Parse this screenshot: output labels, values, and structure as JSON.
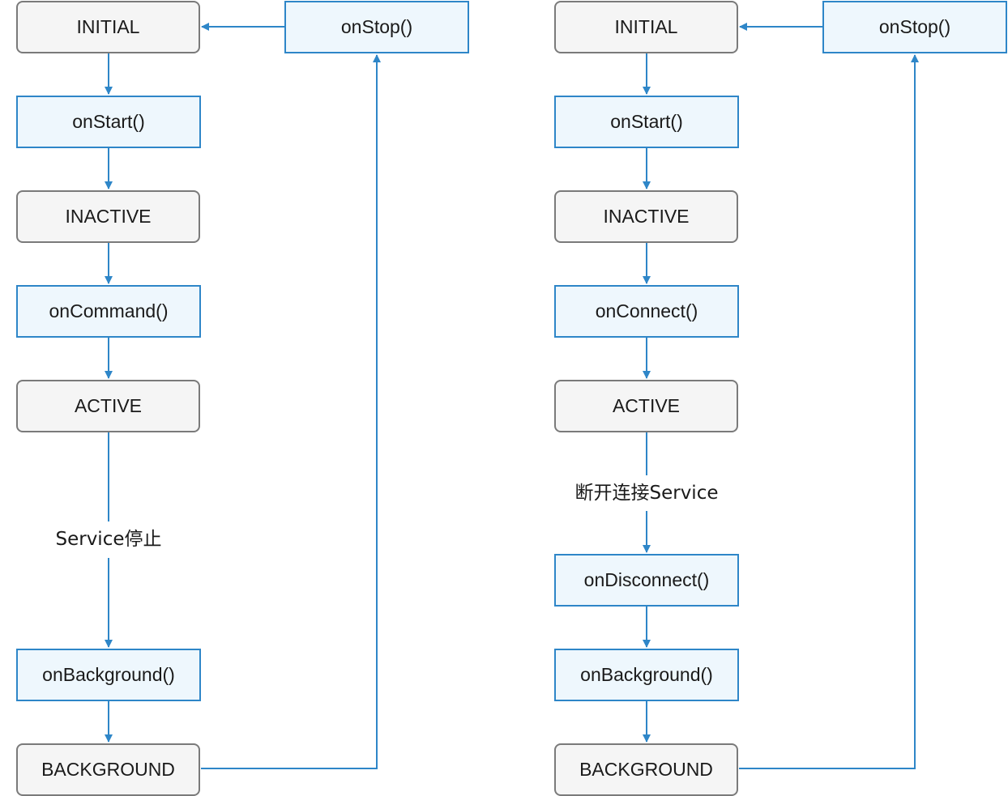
{
  "left_diagram": {
    "initial": "INITIAL",
    "on_stop": "onStop()",
    "on_start": "onStart()",
    "inactive": "INACTIVE",
    "on_command": "onCommand()",
    "active": "ACTIVE",
    "transition_label": "Service停止",
    "on_background": "onBackground()",
    "background": "BACKGROUND"
  },
  "right_diagram": {
    "initial": "INITIAL",
    "on_stop": "onStop()",
    "on_start": "onStart()",
    "inactive": "INACTIVE",
    "on_connect": "onConnect()",
    "active": "ACTIVE",
    "transition_label": "断开连接Service",
    "on_disconnect": "onDisconnect()",
    "on_background": "onBackground()",
    "background": "BACKGROUND"
  },
  "colors": {
    "connector": "#2e86c8",
    "state_fill": "#f5f5f5",
    "state_border": "#7a7a7a",
    "method_fill": "#eef7fd",
    "method_border": "#2e86c8"
  }
}
